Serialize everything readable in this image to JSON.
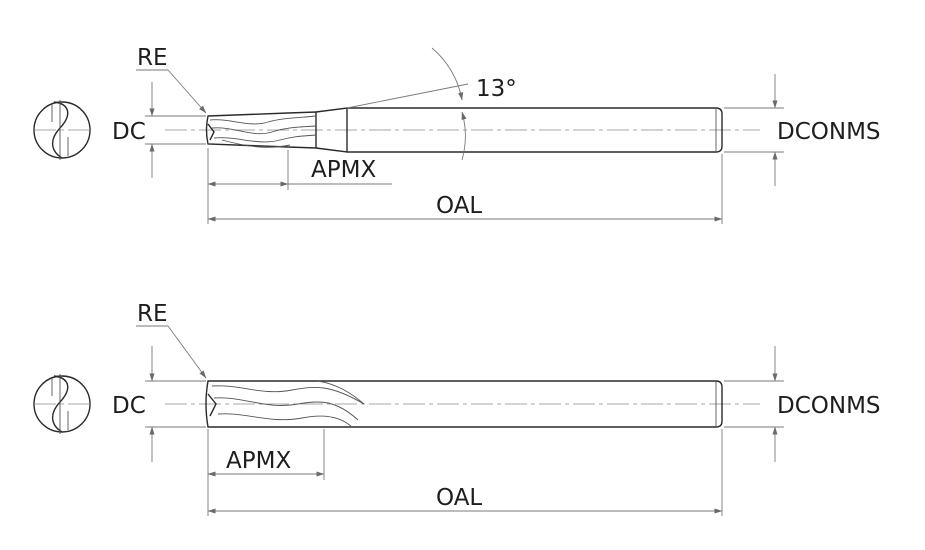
{
  "drawing_top": {
    "label_re": "RE",
    "label_dc": "DC",
    "label_apmx": "APMX",
    "label_oal": "OAL",
    "label_dconms": "DCONMS",
    "label_angle": "13°"
  },
  "drawing_bottom": {
    "label_re": "RE",
    "label_dc": "DC",
    "label_apmx": "APMX",
    "label_oal": "OAL",
    "label_dconms": "DCONMS"
  },
  "colors": {
    "line": "#2a2a2a",
    "dimension": "#7a7a7a",
    "text": "#1e1e1e"
  }
}
